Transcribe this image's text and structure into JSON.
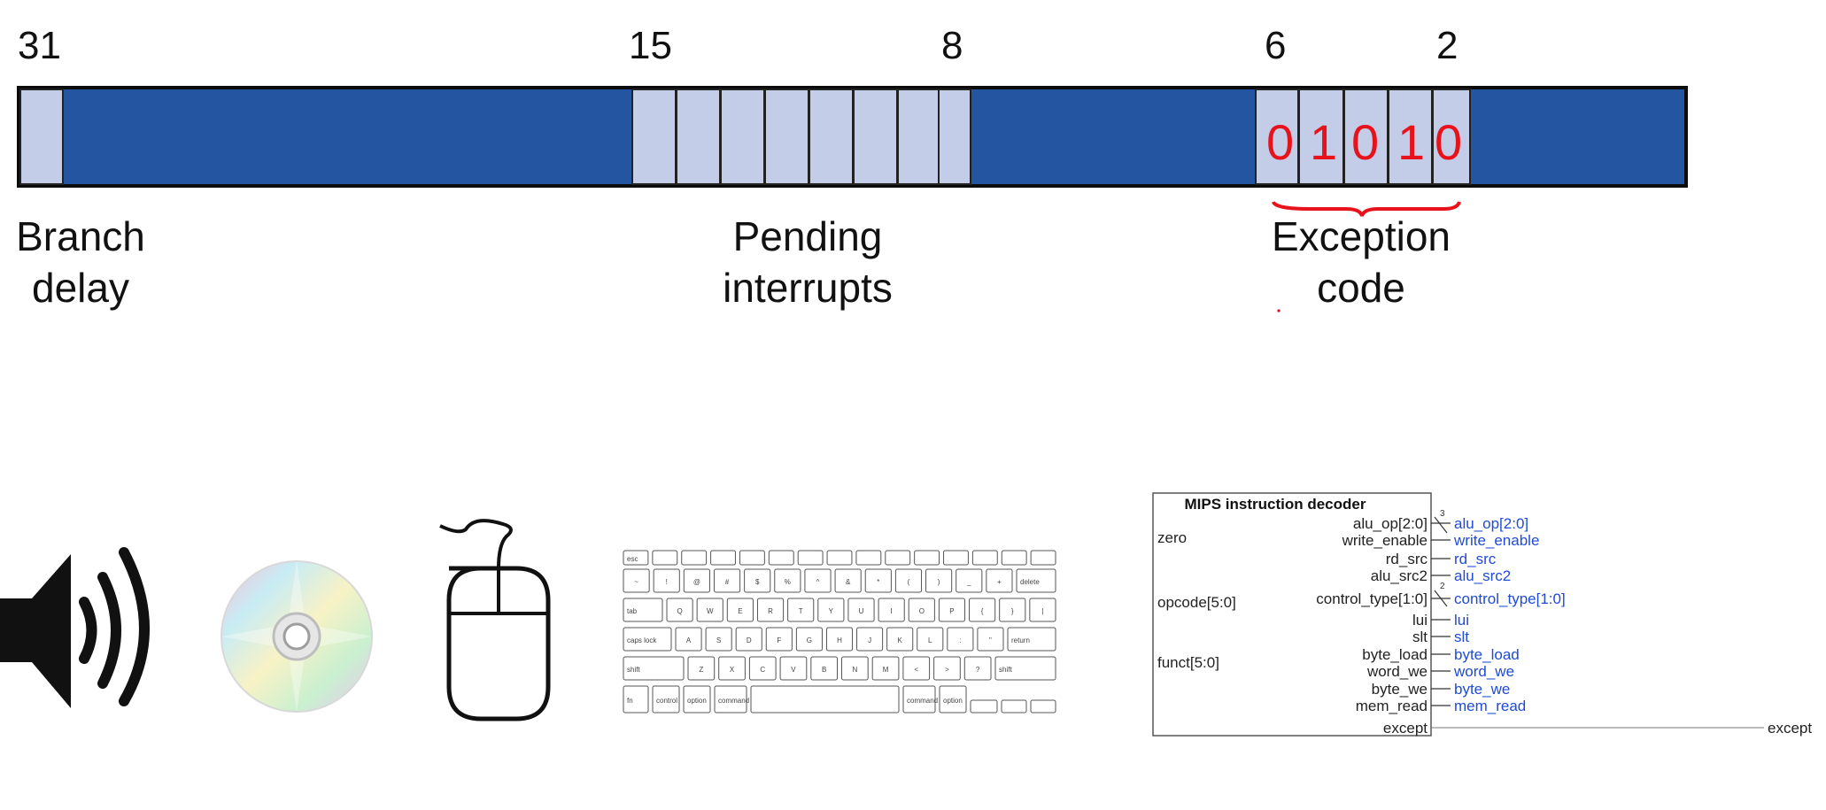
{
  "register": {
    "bit_numbers": [
      {
        "label": "31"
      },
      {
        "label": "15"
      },
      {
        "label": "8"
      },
      {
        "label": "6"
      },
      {
        "label": "2"
      }
    ],
    "fields": {
      "branch_delay_line1": "Branch",
      "branch_delay_line2": "delay",
      "pending_line1": "Pending",
      "pending_line2": "interrupts",
      "exception_line1": "Exception",
      "exception_line2": "code"
    },
    "exception_code_bits": [
      "0",
      "1",
      "0",
      "1",
      "0"
    ],
    "colors": {
      "register_fill": "#2355a0",
      "cell_fill": "#c3cde8",
      "code_color": "#e8121b"
    }
  },
  "icons": [
    "speaker-icon",
    "cd-disc-icon",
    "mouse-icon",
    "keyboard-icon"
  ],
  "keyboard": {
    "row1": [
      "esc",
      "",
      "",
      "",
      "",
      "",
      "",
      "",
      "",
      "",
      "",
      "",
      "",
      "",
      ""
    ],
    "row2": [
      "~",
      "!",
      "@",
      "#",
      "$",
      "%",
      "^",
      "&",
      "*",
      "(",
      ")",
      "_",
      "+",
      "delete"
    ],
    "row3": [
      "tab",
      "Q",
      "W",
      "E",
      "R",
      "T",
      "Y",
      "U",
      "I",
      "O",
      "P",
      "{",
      "}",
      "|"
    ],
    "row4": [
      "caps lock",
      "A",
      "S",
      "D",
      "F",
      "G",
      "H",
      "J",
      "K",
      "L",
      ":",
      "\"",
      "return"
    ],
    "row5": [
      "shift",
      "Z",
      "X",
      "C",
      "V",
      "B",
      "N",
      "M",
      "<",
      ">",
      "?",
      "shift"
    ],
    "row6": [
      "fn",
      "control",
      "option",
      "command",
      "",
      "command",
      "option",
      "",
      "",
      ""
    ]
  },
  "decoder": {
    "title": "MIPS instruction decoder",
    "inputs": [
      "zero",
      "opcode[5:0]",
      "funct[5:0]"
    ],
    "ports": [
      "alu_op[2:0]",
      "write_enable",
      "rd_src",
      "alu_src2",
      "control_type[1:0]",
      "lui",
      "slt",
      "byte_load",
      "word_we",
      "byte_we",
      "mem_read",
      "except"
    ],
    "outputs": [
      "alu_op[2:0]",
      "write_enable",
      "rd_src",
      "alu_src2",
      "control_type[1:0]",
      "lui",
      "slt",
      "byte_load",
      "word_we",
      "byte_we",
      "mem_read"
    ],
    "except_out": "except",
    "bus_width_alu_op": "3",
    "bus_width_control_type": "2"
  }
}
